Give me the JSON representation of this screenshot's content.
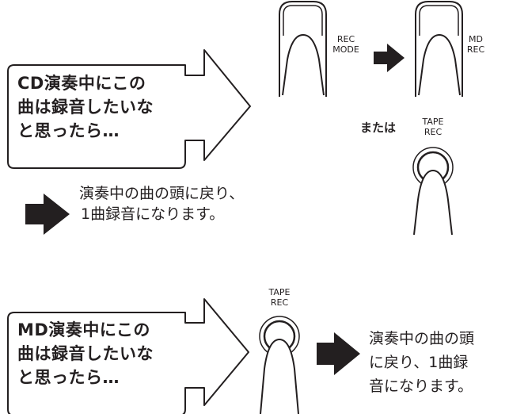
{
  "top": {
    "condition_lines": [
      "CD演奏中にこの",
      "曲は録音したいな",
      "と思ったら…"
    ],
    "result_lines": [
      "演奏中の曲の頭に戻り、",
      "1曲録音になります。"
    ],
    "rec_mode_label": [
      "REC",
      "MODE"
    ],
    "md_rec_label": [
      "MD",
      "REC"
    ],
    "or_text": "または",
    "tape_rec_label": [
      "TAPE",
      "REC"
    ]
  },
  "bottom": {
    "condition_lines": [
      "MD演奏中にこの",
      "曲は録音したいな",
      "と思ったら…"
    ],
    "tape_rec_label": [
      "TAPE",
      "REC"
    ],
    "result_lines": [
      "演奏中の曲の頭",
      "に戻り、1曲録",
      "音になります。"
    ]
  }
}
